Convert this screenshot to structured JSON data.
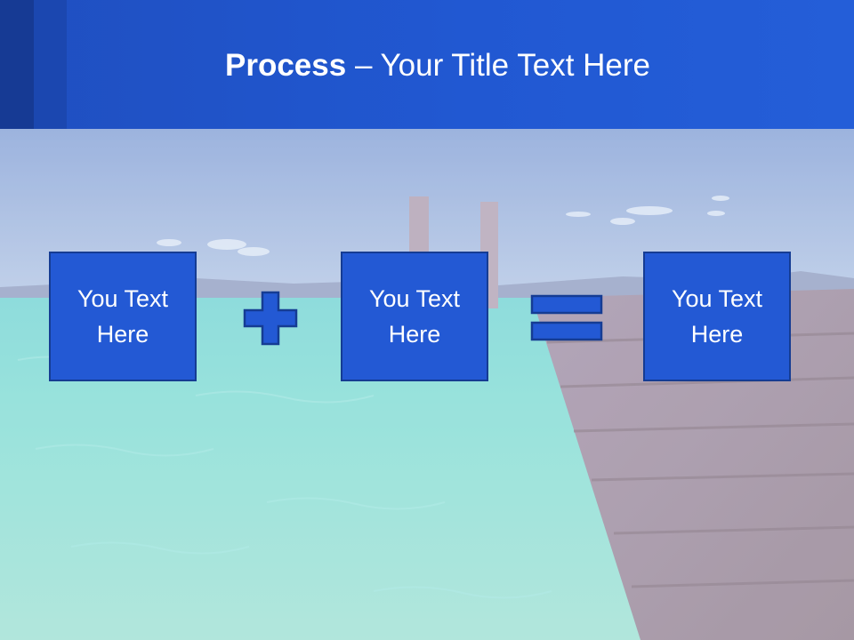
{
  "slide": {
    "title_bold": "Process",
    "title_rest": " – Your Title Text Here"
  },
  "process": {
    "boxes": [
      {
        "text": "You Text Here"
      },
      {
        "text": "You Text Here"
      },
      {
        "text": "You Text Here"
      }
    ],
    "operators": [
      "plus-icon",
      "equals-icon"
    ]
  },
  "colors": {
    "header_blue": "#2158d2",
    "box_fill": "#2359d4",
    "box_border": "#153c93",
    "text_white": "#ffffff"
  }
}
